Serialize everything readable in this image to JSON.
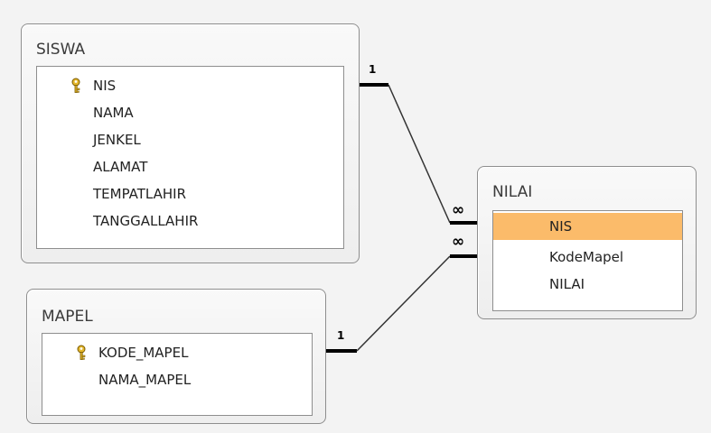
{
  "tables": {
    "siswa": {
      "title": "SISWA",
      "fields": [
        "NIS",
        "NAMA",
        "JENKEL",
        "ALAMAT",
        "TEMPATLAHIR",
        "TANGGALLAHIR"
      ]
    },
    "mapel": {
      "title": "MAPEL",
      "fields": [
        "KODE_MAPEL",
        "NAMA_MAPEL"
      ]
    },
    "nilai": {
      "title": "NILAI",
      "fields": [
        "NIS",
        "KodeMapel",
        "NILAI"
      ]
    }
  },
  "relationships": [
    {
      "from": "SISWA.NIS",
      "to": "NILAI.NIS",
      "from_cardinality": "1",
      "to_cardinality": "∞"
    },
    {
      "from": "MAPEL.KODE_MAPEL",
      "to": "NILAI.KodeMapel",
      "from_cardinality": "1",
      "to_cardinality": "∞"
    }
  ],
  "selected_field": "NILAI.NIS",
  "colors": {
    "highlight": "#fbbb6a",
    "background": "#f3f3f3"
  },
  "icons": {
    "primary_key": "key-icon"
  }
}
